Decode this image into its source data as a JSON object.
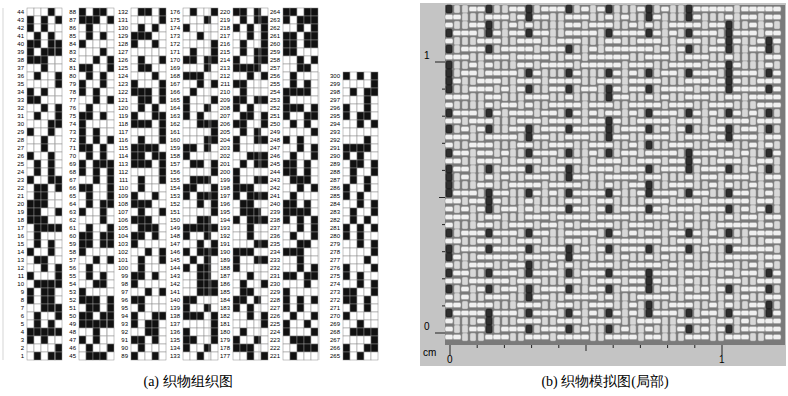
{
  "diagram": {
    "labels": [
      "44",
      "43",
      "42",
      "41",
      "40",
      "39",
      "38",
      "37",
      "36",
      "35",
      "34",
      "33",
      "32",
      "31",
      "30",
      "29",
      "28",
      "27",
      "26",
      "25",
      "24",
      "23",
      "22",
      "21",
      "20",
      "19",
      "18",
      "17",
      "16",
      "15",
      "14",
      "13",
      "12",
      "11",
      "10",
      "9",
      "8",
      "7",
      "6",
      "5",
      "4",
      "3",
      "2",
      "1",
      "88",
      "87",
      "86",
      "85",
      "84",
      "83",
      "82",
      "81",
      "80",
      "79",
      "78",
      "77",
      "76",
      "75",
      "74",
      "73",
      "72",
      "71",
      "70",
      "69",
      "68",
      "67",
      "66",
      "65",
      "64",
      "63",
      "62",
      "61",
      "60",
      "59",
      "58",
      "57",
      "56",
      "55",
      "54",
      "53",
      "52",
      "51",
      "50",
      "49",
      "48",
      "47",
      "46",
      "45",
      "132",
      "131",
      "130",
      "129",
      "128",
      "127",
      "126",
      "125",
      "124",
      "123",
      "122",
      "121",
      "120",
      "119",
      "118",
      "117",
      "116",
      "115",
      "114",
      "113",
      "112",
      "111",
      "110",
      "109",
      "108",
      "107",
      "106",
      "105",
      "104",
      "103",
      "102",
      "101",
      "100",
      "99",
      "98",
      "97",
      "96",
      "95",
      "94",
      "93",
      "92",
      "91",
      "90",
      "89",
      "176",
      "175",
      "174",
      "173",
      "172",
      "171",
      "170",
      "169",
      "168",
      "167",
      "166",
      "165",
      "164",
      "163",
      "162",
      "161",
      "160",
      "159",
      "158",
      "157",
      "156",
      "155",
      "154",
      "153",
      "152",
      "151",
      "150",
      "149",
      "148",
      "147",
      "146",
      "145",
      "144",
      "143",
      "142",
      "141",
      "140",
      "139",
      "138",
      "137",
      "136",
      "135",
      "134",
      "133",
      "220",
      "219",
      "218",
      "217",
      "216",
      "215",
      "214",
      "213",
      "212",
      "211",
      "210",
      "209",
      "208",
      "207",
      "206",
      "205",
      "204",
      "203",
      "202",
      "201",
      "200",
      "199",
      "198",
      "197",
      "196",
      "195",
      "194",
      "193",
      "192",
      "191",
      "190",
      "189",
      "188",
      "187",
      "186",
      "185",
      "184",
      "183",
      "182",
      "181",
      "180",
      "179",
      "178",
      "177",
      "264",
      "263",
      "262",
      "261",
      "260",
      "259",
      "258",
      "257",
      "256",
      "255",
      "254",
      "253",
      "252",
      "251",
      "250",
      "249",
      "248",
      "247",
      "246",
      "245",
      "244",
      "243",
      "242",
      "241",
      "240",
      "239",
      "238",
      "237",
      "236",
      "235",
      "234",
      "233",
      "232",
      "231",
      "230",
      "229",
      "228",
      "227",
      "226",
      "225",
      "224",
      "223",
      "222",
      "221",
      "300",
      "299",
      "298",
      "297",
      "296",
      "295",
      "294",
      "293",
      "292",
      "291",
      "290",
      "289",
      "288",
      "287",
      "286",
      "285",
      "284",
      "283",
      "282",
      "281",
      "280",
      "279",
      "278",
      "277",
      "276",
      "275",
      "274",
      "273",
      "272",
      "271",
      "270",
      "269",
      "268",
      "267",
      "266",
      "265",
      "1",
      "0",
      "cm",
      "0",
      "1",
      "(a) 织物组织图",
      "(b) 织物模拟图(局部)"
    ]
  }
}
